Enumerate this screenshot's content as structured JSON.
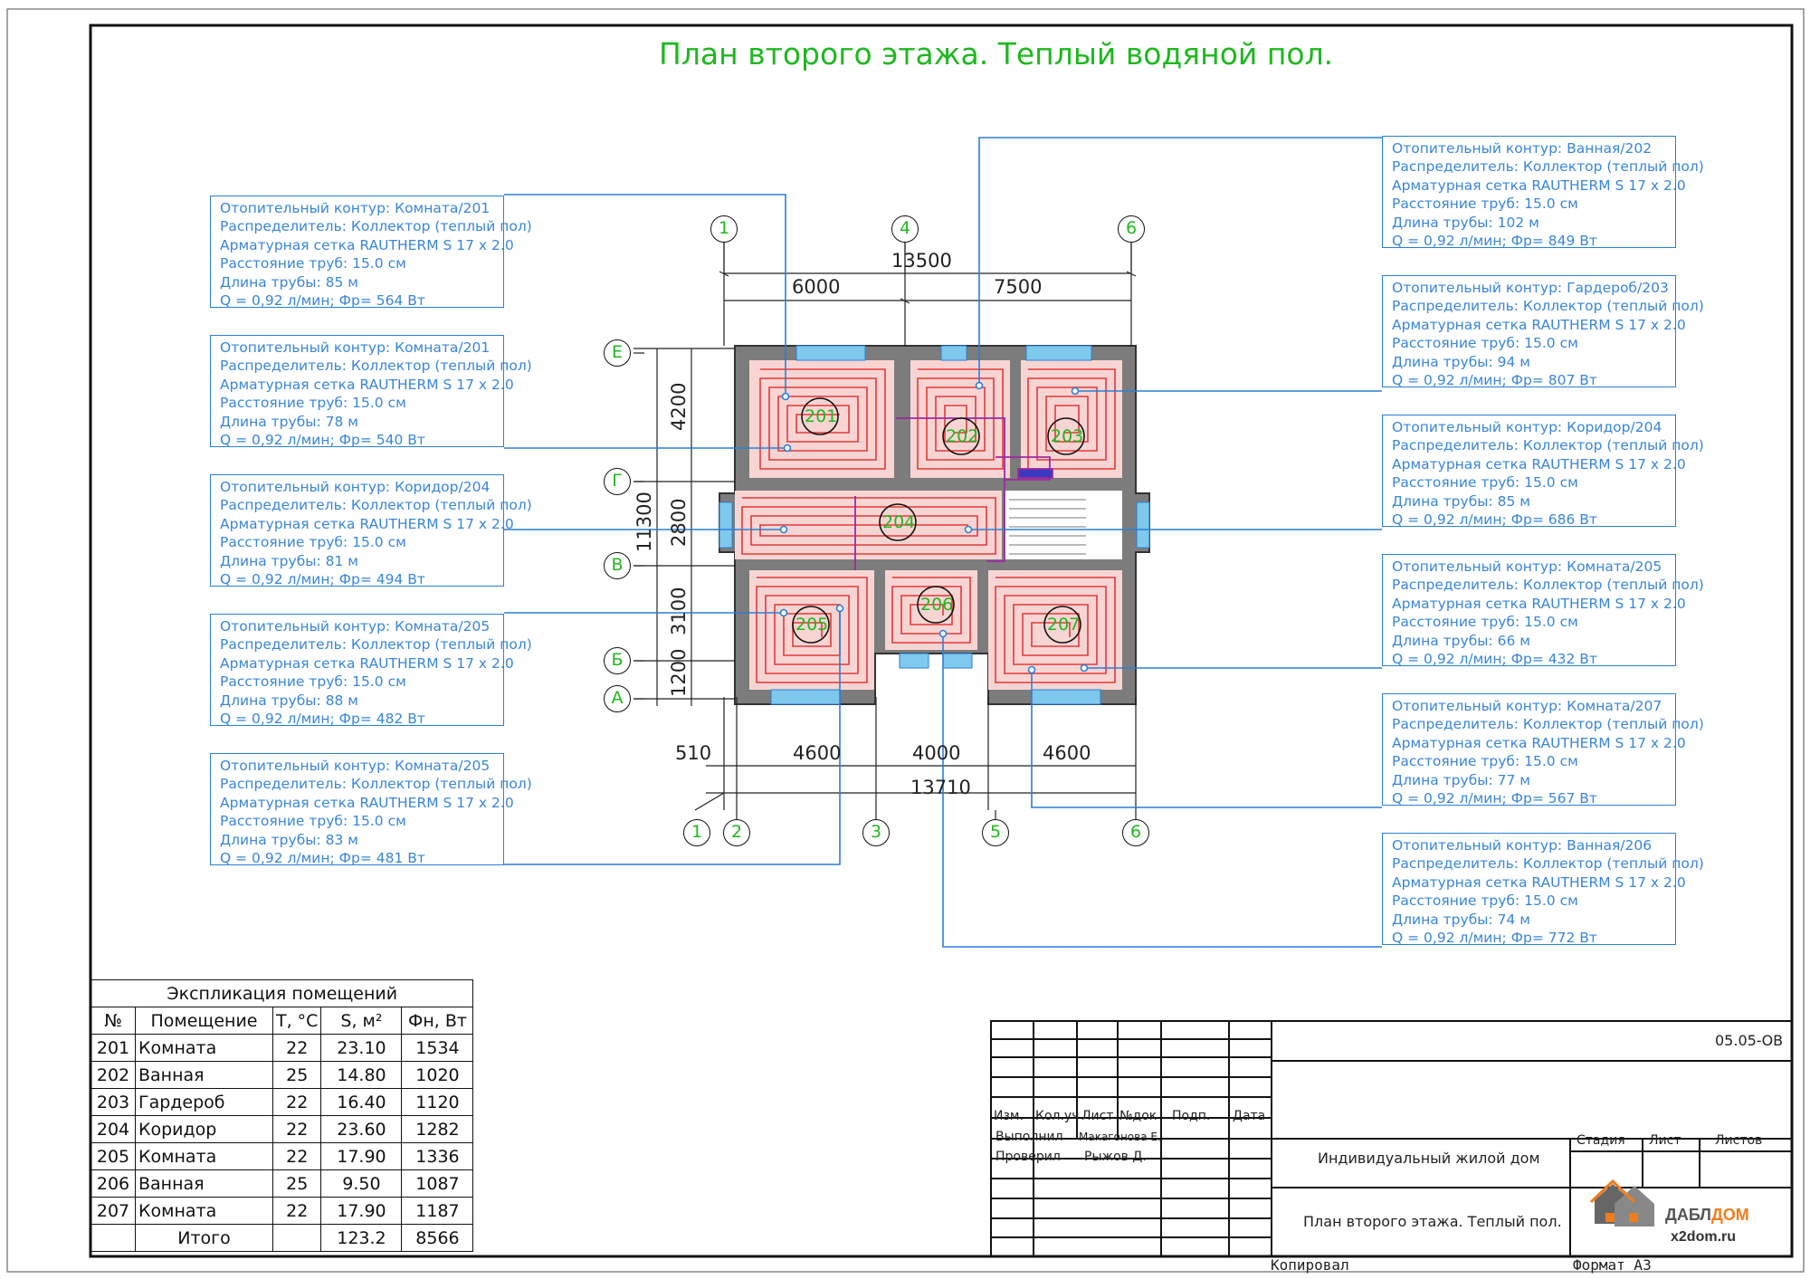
{
  "title": "План второго этажа. Теплый водяной пол.",
  "callouts_left": [
    {
      "l1": "Отопительный контур: Комната/201",
      "l2": "Распределитель: Коллектор (теплый пол)",
      "l3": "Арматурная сетка RAUTHERM S 17 x 2.0",
      "l4": "Расстояние труб: 15.0 см",
      "l5": "Длина трубы: 85 м",
      "l6": "Q = 0,92 л/мин; Фр= 564 Вт"
    },
    {
      "l1": "Отопительный контур: Комната/201",
      "l2": "Распределитель: Коллектор (теплый пол)",
      "l3": "Арматурная сетка RAUTHERM S 17 x 2.0",
      "l4": "Расстояние труб: 15.0 см",
      "l5": "Длина трубы: 78 м",
      "l6": "Q = 0,92 л/мин; Фр= 540 Вт"
    },
    {
      "l1": "Отопительный контур: Коридор/204",
      "l2": "Распределитель: Коллектор (теплый пол)",
      "l3": "Арматурная сетка RAUTHERM S 17 x 2.0",
      "l4": "Расстояние труб: 15.0 см",
      "l5": "Длина трубы: 81 м",
      "l6": "Q = 0,92 л/мин; Фр= 494 Вт"
    },
    {
      "l1": "Отопительный контур: Комната/205",
      "l2": "Распределитель: Коллектор (теплый пол)",
      "l3": "Арматурная сетка RAUTHERM S 17 x 2.0",
      "l4": "Расстояние труб: 15.0 см",
      "l5": "Длина трубы: 88 м",
      "l6": "Q = 0,92 л/мин; Фр= 482 Вт"
    },
    {
      "l1": "Отопительный контур: Комната/205",
      "l2": "Распределитель: Коллектор (теплый пол)",
      "l3": "Арматурная сетка RAUTHERM S 17 x 2.0",
      "l4": "Расстояние труб: 15.0 см",
      "l5": "Длина трубы: 83 м",
      "l6": "Q = 0,92 л/мин; Фр= 481 Вт"
    }
  ],
  "callouts_right": [
    {
      "l1": "Отопительный контур: Ванная/202",
      "l2": "Распределитель: Коллектор (теплый пол)",
      "l3": "Арматурная сетка RAUTHERM S 17 x 2.0",
      "l4": "Расстояние труб: 15.0 см",
      "l5": "Длина трубы: 102 м",
      "l6": "Q = 0,92 л/мин; Фр= 849 Вт"
    },
    {
      "l1": "Отопительный контур: Гардероб/203",
      "l2": "Распределитель: Коллектор (теплый пол)",
      "l3": "Арматурная сетка RAUTHERM S 17 x 2.0",
      "l4": "Расстояние труб: 15.0 см",
      "l5": "Длина трубы: 94 м",
      "l6": "Q = 0,92 л/мин; Фр= 807 Вт"
    },
    {
      "l1": "Отопительный контур: Коридор/204",
      "l2": "Распределитель: Коллектор (теплый пол)",
      "l3": "Арматурная сетка RAUTHERM S 17 x 2.0",
      "l4": "Расстояние труб: 15.0 см",
      "l5": "Длина трубы: 85 м",
      "l6": "Q = 0,92 л/мин; Фр= 686 Вт"
    },
    {
      "l1": "Отопительный контур: Комната/205",
      "l2": "Распределитель: Коллектор (теплый пол)",
      "l3": "Арматурная сетка RAUTHERM S 17 x 2.0",
      "l4": "Расстояние труб: 15.0 см",
      "l5": "Длина трубы: 66 м",
      "l6": "Q = 0,92 л/мин; Фр= 432 Вт"
    },
    {
      "l1": "Отопительный контур: Комната/207",
      "l2": "Распределитель: Коллектор (теплый пол)",
      "l3": "Арматурная сетка RAUTHERM S 17 x 2.0",
      "l4": "Расстояние труб: 15.0 см",
      "l5": "Длина трубы: 77 м",
      "l6": "Q = 0,92 л/мин; Фр= 567 Вт"
    },
    {
      "l1": "Отопительный контур: Ванная/206",
      "l2": "Распределитель: Коллектор (теплый пол)",
      "l3": "Арматурная сетка RAUTHERM S 17 x 2.0",
      "l4": "Расстояние труб: 15.0 см",
      "l5": "Длина трубы: 74 м",
      "l6": "Q = 0,92 л/мин; Фр= 772 Вт"
    }
  ],
  "dims": {
    "top_total": "13500",
    "top_a": "6000",
    "top_b": "7500",
    "bottom_total": "13710",
    "bottom_a": "510",
    "bottom_b": "4600",
    "bottom_c": "4000",
    "bottom_d": "4600",
    "left_total": "11300",
    "left_a": "4200",
    "left_b": "2800",
    "left_c": "3100",
    "left_d": "1200"
  },
  "axes": {
    "top": [
      "1",
      "4",
      "6"
    ],
    "bottom": [
      "1",
      "2",
      "3",
      "5",
      "6"
    ],
    "left": [
      "Е",
      "Г",
      "В",
      "Б",
      "А"
    ]
  },
  "rooms": [
    "201",
    "202",
    "203",
    "204",
    "205",
    "206",
    "207"
  ],
  "explication": {
    "caption": "Экспликация помещений",
    "headers": [
      "№",
      "Помещение",
      "T, °C",
      "S, м²",
      "Фн, Вт"
    ],
    "rows": [
      [
        "201",
        "Комната",
        "22",
        "23.10",
        "1534"
      ],
      [
        "202",
        "Ванная",
        "25",
        "14.80",
        "1020"
      ],
      [
        "203",
        "Гардероб",
        "22",
        "16.40",
        "1120"
      ],
      [
        "204",
        "Коридор",
        "22",
        "23.60",
        "1282"
      ],
      [
        "205",
        "Комната",
        "22",
        "17.90",
        "1336"
      ],
      [
        "206",
        "Ванная",
        "25",
        "9.50",
        "1087"
      ],
      [
        "207",
        "Комната",
        "22",
        "17.90",
        "1187"
      ]
    ],
    "total_label": "Итого",
    "total_area": "123.2",
    "total_heat": "8566"
  },
  "titleblock": {
    "code": "05.05-ОВ",
    "h_izm": "Изм.",
    "h_kol": "Кол.уч",
    "h_list": "Лист",
    "h_doc": "№док",
    "h_podp": "Подп.",
    "h_date": "Дата",
    "vypolnil": "Выполнил",
    "vypolnil_name": "Макагонова Е.",
    "proveril": "Проверил",
    "proveril_name": "Рыжов Д.",
    "project": "Индивидуальный жилой дом",
    "sheet_title": "План второго этажа. Теплый пол.",
    "stadiya": "Стадия",
    "list": "Лист",
    "listov": "Листов",
    "logo_a": "ДАБЛ",
    "logo_b": "ДОМ",
    "logo_site": "x2dom.ru",
    "kopiroval": "Копировал",
    "format": "Формат А3"
  },
  "colors": {
    "pipe": "#e23a3a",
    "leader": "#2b7fd4",
    "label": "#1fb81f",
    "wall": "#7c7c7c",
    "room_fill": "#f8d5d3",
    "window": "#7fc9ee",
    "manifold": "#9c2aa0"
  }
}
